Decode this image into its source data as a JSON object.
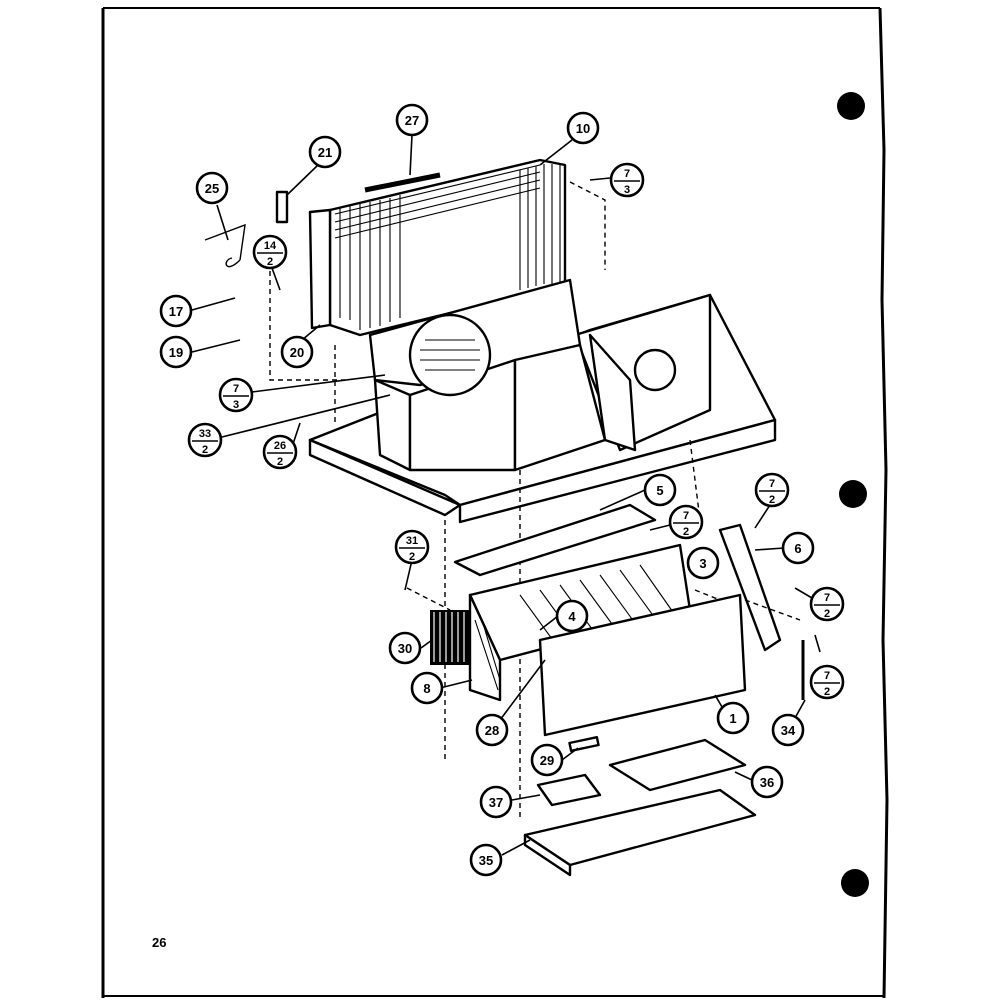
{
  "page": {
    "number": "26"
  },
  "callouts": {
    "c27": "27",
    "c21": "21",
    "c10": "10",
    "c25": "25",
    "c7_3_top": {
      "num": "7",
      "den": "3"
    },
    "c14_2": {
      "num": "14",
      "den": "2"
    },
    "c17": "17",
    "c19": "19",
    "c20": "20",
    "c7_3_mid": {
      "num": "7",
      "den": "3"
    },
    "c33_2": {
      "num": "33",
      "den": "2"
    },
    "c26_2": {
      "num": "26",
      "den": "2"
    },
    "c5": "5",
    "c7_2_right": {
      "num": "7",
      "den": "2"
    },
    "c7_2_mid": {
      "num": "7",
      "den": "2"
    },
    "c6": "6",
    "c3": "3",
    "c31_2": {
      "num": "31",
      "den": "2"
    },
    "c7_2_b1": {
      "num": "7",
      "den": "2"
    },
    "c7_2_b2": {
      "num": "7",
      "den": "2"
    },
    "c4": "4",
    "c30": "30",
    "c8": "8",
    "c28": "28",
    "c1": "1",
    "c34": "34",
    "c29": "29",
    "c36": "36",
    "c37": "37",
    "c35": "35"
  },
  "colors": {
    "ink": "#000000",
    "paper": "#ffffff"
  }
}
